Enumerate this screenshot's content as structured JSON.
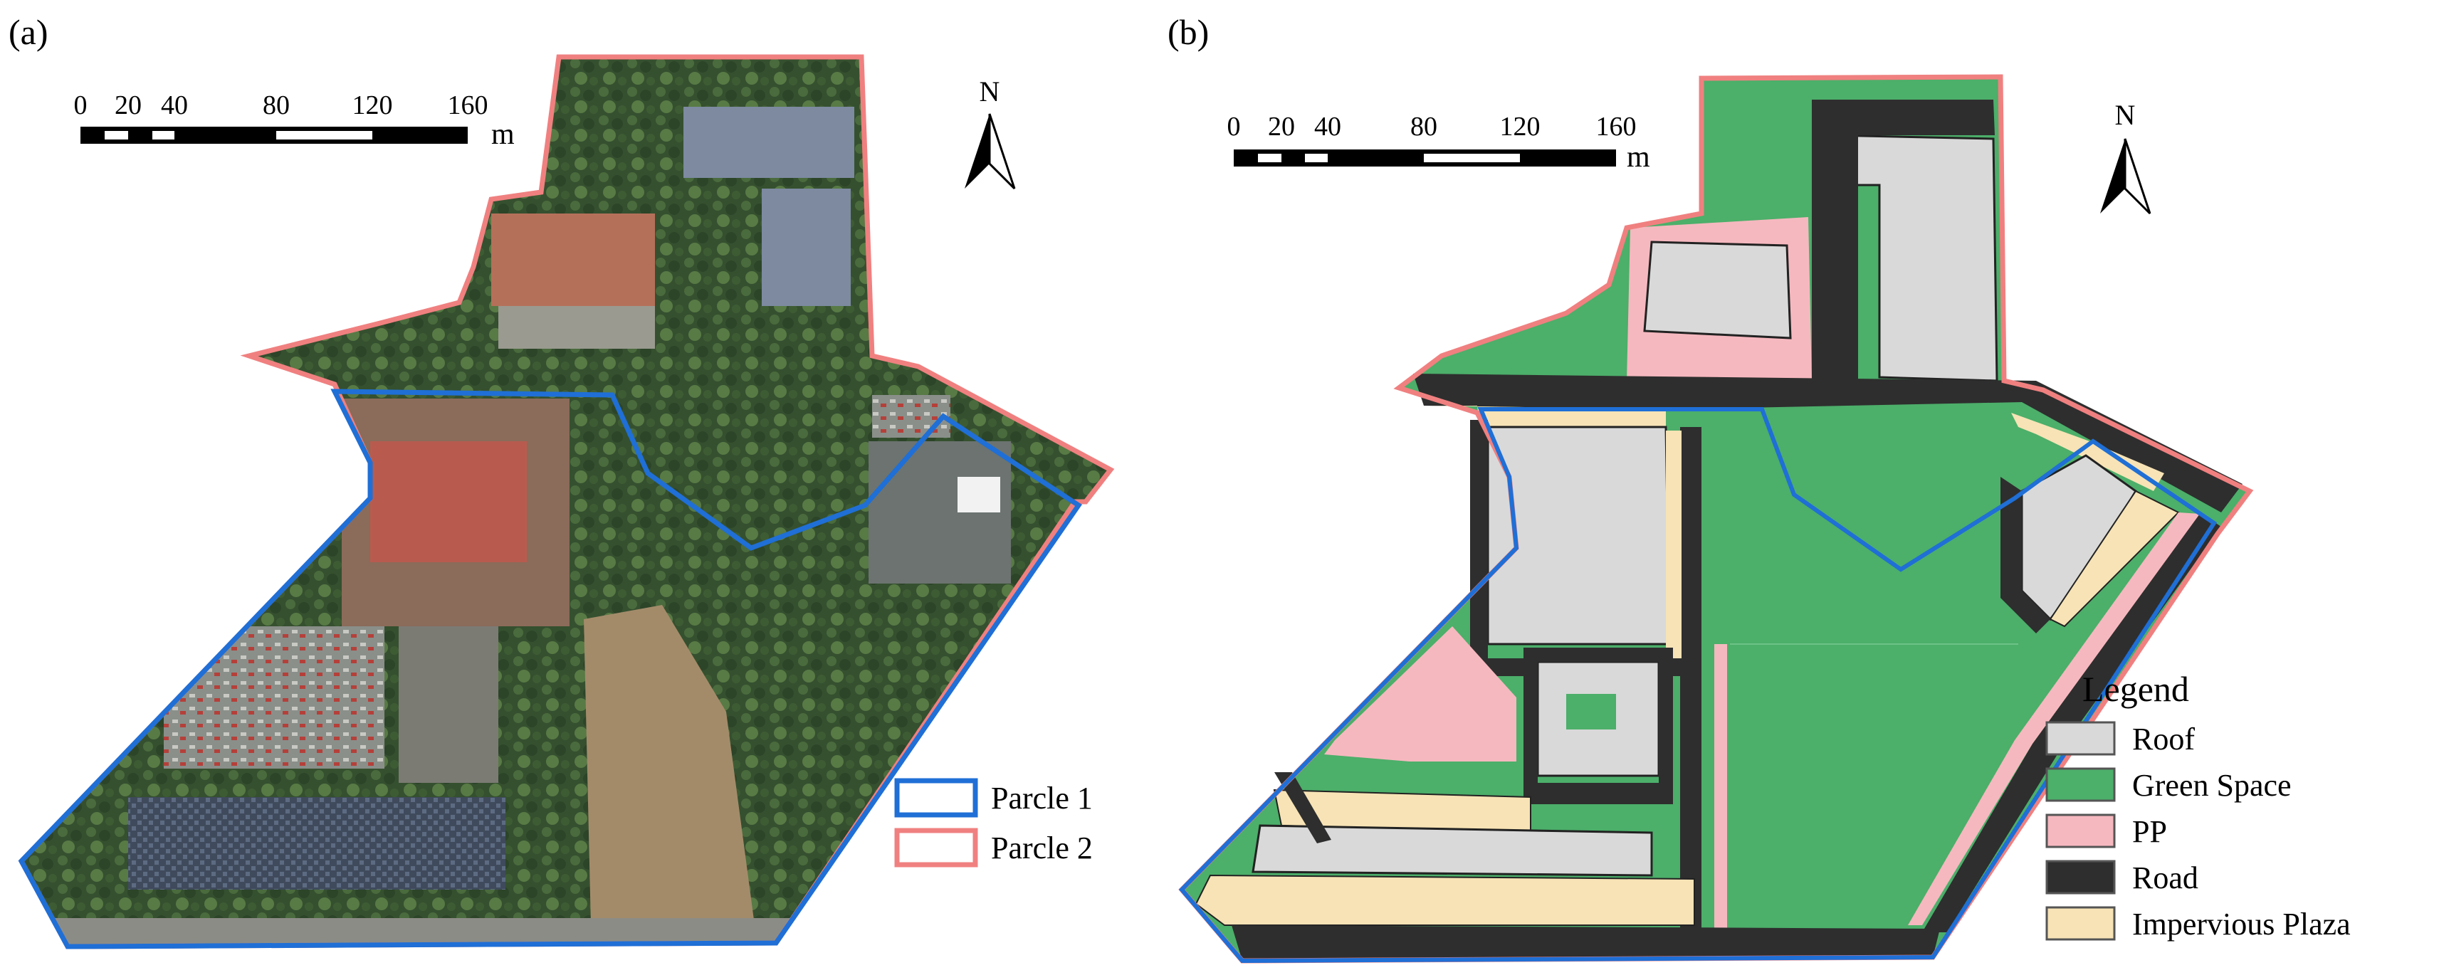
{
  "panels": [
    {
      "label": "(a)"
    },
    {
      "label": "(b)"
    }
  ],
  "scale_bar": {
    "ticks": [
      "0",
      "20",
      "40",
      "80",
      "120",
      "160"
    ],
    "unit": "m"
  },
  "north_arrow": {
    "label": "N"
  },
  "panel_a_legend": {
    "items": [
      {
        "label": "Parcle 1",
        "color": "#1f6fd6"
      },
      {
        "label": "Parcle 2",
        "color": "#f08080"
      }
    ]
  },
  "panel_b_legend": {
    "title": "Legend",
    "items": [
      {
        "label": "Roof",
        "color": "#d9d9d9"
      },
      {
        "label": "Green Space",
        "color": "#4caf6a"
      },
      {
        "label": "PP",
        "color": "#f6b8bf"
      },
      {
        "label": "Road",
        "color": "#2e2e2e"
      },
      {
        "label": "Impervious Plaza",
        "color": "#f7e3b5"
      }
    ]
  },
  "colors": {
    "parcel1_outline": "#1f6fd6",
    "parcel2_outline": "#f08080",
    "roof": "#d9d9d9",
    "green": "#4caf6a",
    "pp": "#f6b8bf",
    "road": "#2e2e2e",
    "plaza": "#f7e3b5",
    "vegetation_dark": "#2f4a2c",
    "vegetation_mid": "#4a6a3c"
  }
}
